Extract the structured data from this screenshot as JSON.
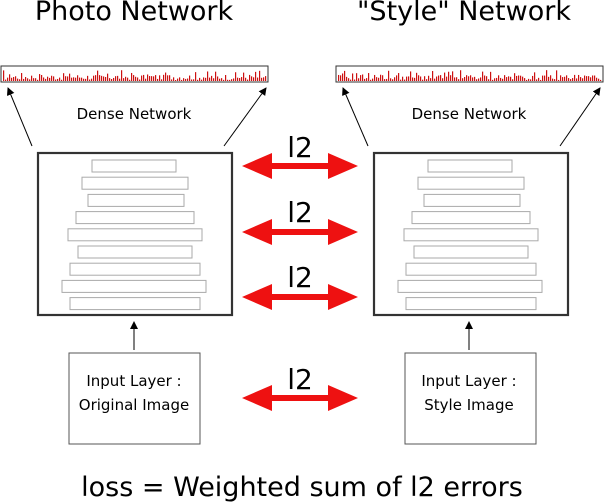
{
  "networks": [
    {
      "title": "Photo Network",
      "dense_label": "Dense Network",
      "input_label_1": "Input Layer :",
      "input_label_2": "Original Image"
    },
    {
      "title": "\"Style\" Network",
      "dense_label": "Dense Network",
      "input_label_1": "Input Layer :",
      "input_label_2": "Style Image"
    }
  ],
  "connections": [
    "l2",
    "l2",
    "l2",
    "l2"
  ],
  "footer": "loss = Weighted sum of l2 errors",
  "colors": {
    "arrow": "#ee1111",
    "bars": "#cc1111",
    "box": "#333333",
    "layer": "#aaaaaa"
  }
}
